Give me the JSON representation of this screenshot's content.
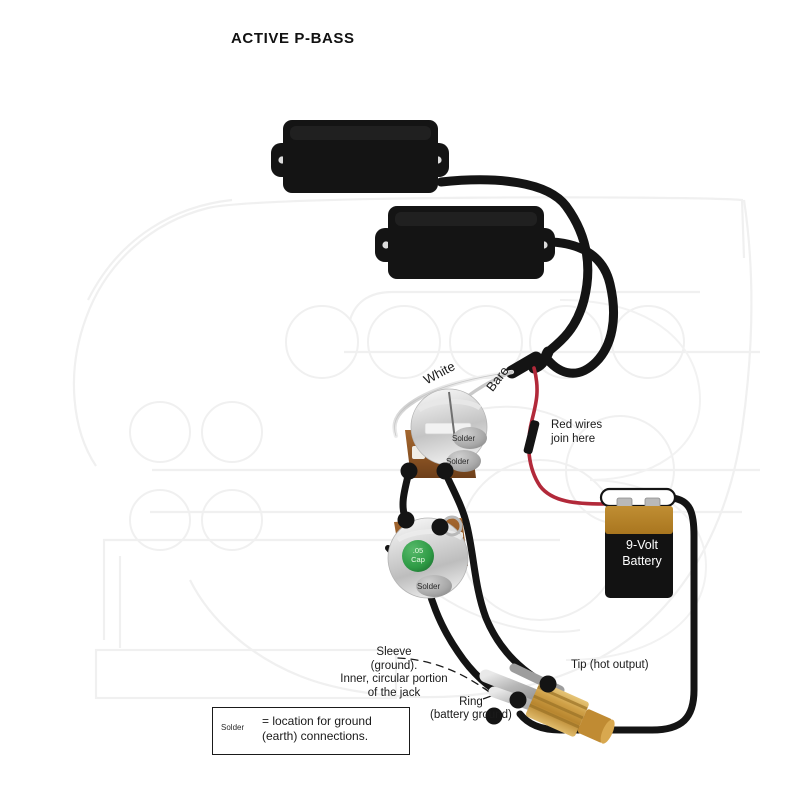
{
  "page": {
    "title": "ACTIVE P-BASS",
    "background_color": "#ffffff"
  },
  "colors": {
    "wire_black": "#141414",
    "wire_red": "#b2293a",
    "wire_white": "#d8d8d8",
    "pickup_black": "#141414",
    "battery_body": "#121212",
    "battery_top": "#b7822a",
    "jack_brass": "#c99a3e",
    "pot_silver": "#cfcfcf",
    "pot_lug_base": "#8d5524",
    "cap_green": "#2e9b45",
    "solder_gray": "#a8a8a8",
    "ghost_outline": "#f1f1f1",
    "text": "#1a1a1a"
  },
  "wire_labels": {
    "white": "White",
    "bare": "Bare",
    "red_join": "Red wires\njoin here",
    "red_join_line1": "Red wires",
    "red_join_line2": "join here"
  },
  "battery": {
    "label_line1": "9-Volt",
    "label_line2": "Battery"
  },
  "jack": {
    "tip_label": "Tip (hot output)",
    "ring_label_line1": "Ring",
    "ring_label_line2": "(battery ground)",
    "sleeve_label_line1": "Sleeve",
    "sleeve_label_line2": "(ground).",
    "sleeve_label_line3": "Inner, circular portion",
    "sleeve_label_line4": "of the jack"
  },
  "legend": {
    "blob_text": "Solder",
    "text_line1": "= location for ground",
    "text_line2": "(earth) connections."
  },
  "pots": {
    "volume": {
      "solder_label_1": "Solder",
      "solder_label_2": "Solder"
    },
    "tone": {
      "solder_label": "Solder",
      "cap_line1": ".05",
      "cap_line2": "Cap"
    }
  },
  "components": {
    "pickup_top": "bass-pickup-neck",
    "pickup_bottom": "bass-pickup-bridge",
    "volume_pot": "volume-potentiometer",
    "tone_pot": "tone-potentiometer",
    "output_jack": "stereo-output-jack",
    "battery_9v": "9-volt-battery"
  }
}
